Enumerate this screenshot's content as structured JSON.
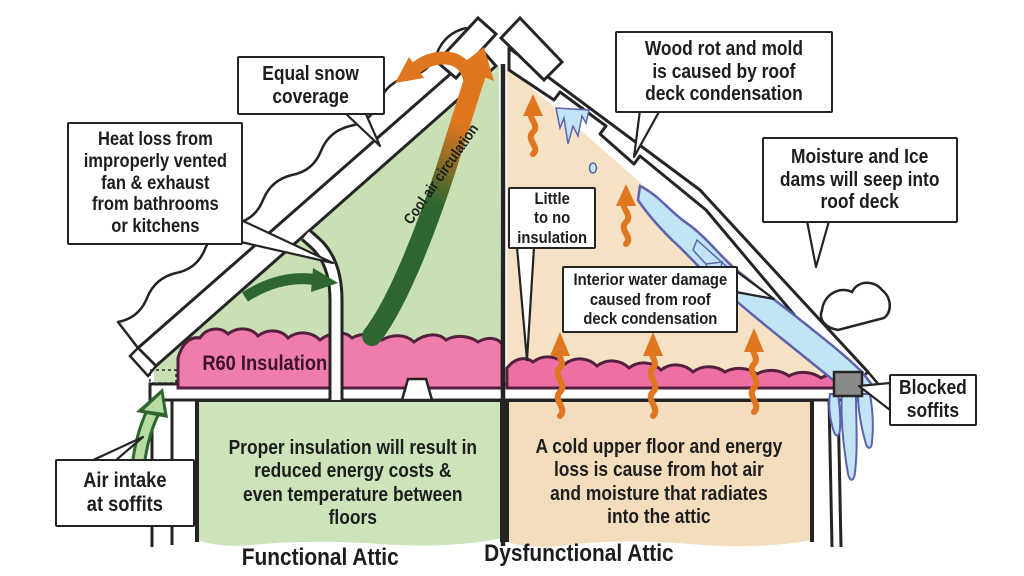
{
  "title": "Functional vs Dysfunctional Attic diagram",
  "colors": {
    "line": "#242424",
    "text": "#1d1d1d",
    "attic_green": "#c9e0b5",
    "room_green": "#cde3ba",
    "attic_tan": "#f5e2c4",
    "room_tan": "#f3ddbd",
    "insulation_pink": "#f07cab",
    "insulation_pink_right": "#ee6fa4",
    "insulation_outline": "#55203f",
    "orange": "#e0761f",
    "dark_green": "#2d662f",
    "light_green_arrow": "#b8dba2",
    "ice_fill": "#c2e5f6",
    "ice_outline": "#5d62ac",
    "soffit_gray": "#8a8a8a",
    "r60_text": "#3a132b"
  },
  "callouts": {
    "equal_snow": {
      "lines": [
        "Equal snow",
        "coverage"
      ]
    },
    "heat_loss": {
      "lines": [
        "Heat loss from",
        "improperly vented",
        "fan & exhaust",
        "from bathrooms",
        "or kitchens"
      ]
    },
    "wood_rot": {
      "lines": [
        "Wood rot and mold",
        "is caused by roof",
        "deck condensation"
      ]
    },
    "moisture_ice": {
      "lines": [
        "Moisture and Ice",
        "dams will seep into",
        "roof deck"
      ]
    },
    "little_insulation": {
      "lines": [
        "Little",
        "to no",
        "insulation"
      ]
    },
    "interior_water": {
      "lines": [
        "Interior water damage",
        "caused from roof",
        "deck condensation"
      ]
    },
    "air_intake": {
      "lines": [
        "Air intake",
        "at soffits"
      ]
    },
    "blocked_soffits": {
      "lines": [
        "Blocked",
        "soffits"
      ]
    }
  },
  "labels": {
    "r60": "R60 Insulation",
    "cool_air": "Cool air circulation",
    "functional": "Functional Attic",
    "dysfunctional": "Dysfunctional Attic",
    "proper": {
      "lines": [
        "Proper insulation will result in",
        "reduced energy costs &",
        "even temperature between",
        "floors"
      ]
    },
    "cold": {
      "lines": [
        "A cold upper floor and energy",
        "loss is cause from hot air",
        "and moisture that radiates",
        "into the attic"
      ]
    }
  }
}
